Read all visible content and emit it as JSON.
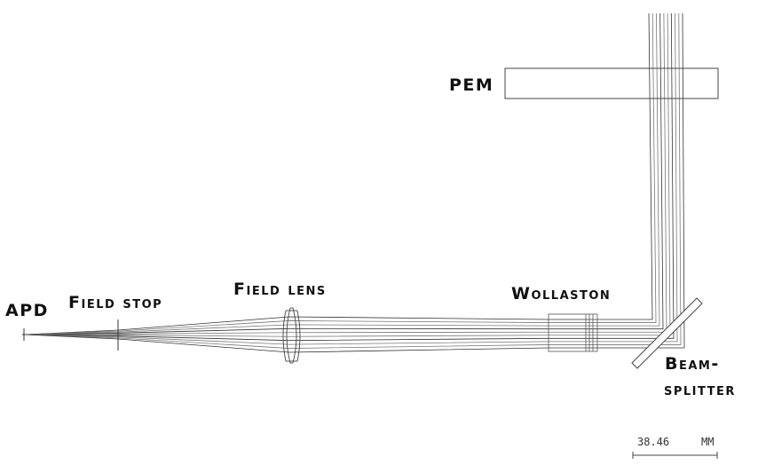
{
  "labels": {
    "apd": "APD",
    "field_stop": "Field stop",
    "field_lens": "Field lens",
    "wollaston": "Wollaston",
    "pem": "PEM",
    "beam": "Beam-",
    "splitter": "splitter"
  },
  "scale_bar": {
    "value": "38.46",
    "unit": "MM"
  },
  "colors": {
    "ray": "#777777",
    "ray_dark": "#333333",
    "component": "#444444"
  }
}
